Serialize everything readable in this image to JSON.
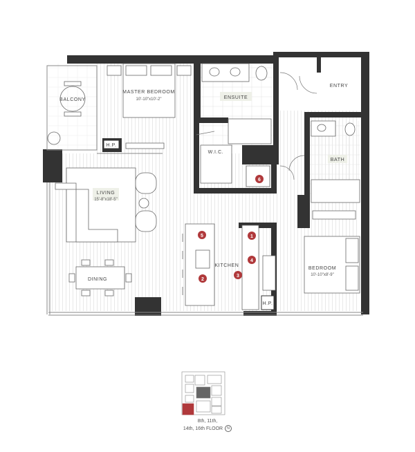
{
  "rooms": {
    "balcony": "BALCONY",
    "master_bedroom": "MASTER BEDROOM",
    "master_bedroom_size": "10'-10\"x10'-2\"",
    "ensuite": "ENSUITE",
    "entry": "ENTRY",
    "hp_1": "H.P.",
    "wic": "W.I.C.",
    "bath": "BATH",
    "living": "LIVING",
    "living_size": "15'-8\"x18'-5\"",
    "kitchen": "KITCHEN",
    "dining": "DINING",
    "bedroom": "BEDROOM",
    "bedroom_size": "10'-10\"x8'-9\"",
    "hp_2": "H.P."
  },
  "markers": [
    "1",
    "2",
    "3",
    "4",
    "5",
    "6"
  ],
  "keyplan": {
    "floors_line1": "8th, 11th,",
    "floors_line2": "14th, 16th FLOOR",
    "compass": "N"
  },
  "colors": {
    "wall": "#333333",
    "marker": "#b0393b",
    "highlight_unit": "#b0393b",
    "floor_lines": "#d9d9d9"
  }
}
